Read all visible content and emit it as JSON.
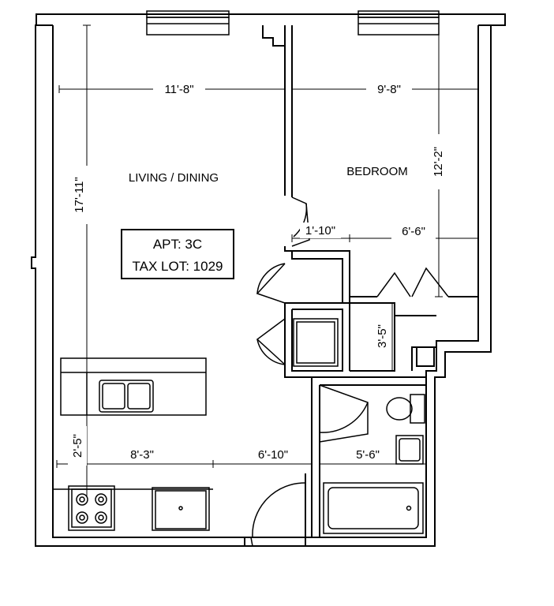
{
  "rooms": {
    "living": "LIVING / DINING",
    "bedroom": "BEDROOM"
  },
  "apartment": {
    "apt": "APT: 3C",
    "tax_lot": "TAX LOT: 1029"
  },
  "dimensions": {
    "living_width": "11'-8\"",
    "bedroom_width": "9'-8\"",
    "living_depth": "17'-11\"",
    "bedroom_depth": "12'-2\"",
    "closet_width": "1'-10\"",
    "hall_width": "6'-6\"",
    "closet_depth": "3'-5\"",
    "kitchen_depth": "2'-5\"",
    "kitchen_width": "8'-3\"",
    "entry_width": "6'-10\"",
    "bath_width": "5'-6\""
  }
}
